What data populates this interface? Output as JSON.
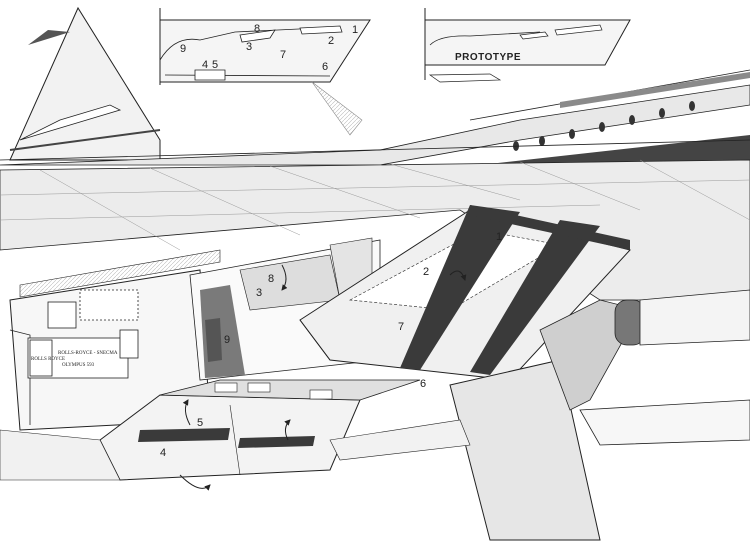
{
  "inset_left": {
    "labels": [
      "9",
      "8",
      "3",
      "7",
      "2",
      "1",
      "4",
      "5",
      "6"
    ]
  },
  "inset_right": {
    "caption": "PROTOTYPE"
  },
  "main": {
    "labels": [
      "1",
      "2",
      "8",
      "3",
      "7",
      "9",
      "5",
      "4",
      "6"
    ],
    "badge": {
      "logo": "ROLLS ROYCE",
      "line1": "ROLLS-ROYCE - SNECMA",
      "line2": "OLYMPUS 593"
    }
  },
  "colors": {
    "ink": "#222222",
    "shade": "#7a7a7a",
    "dark_band": "#3a3a3a",
    "paper": "#ffffff"
  }
}
